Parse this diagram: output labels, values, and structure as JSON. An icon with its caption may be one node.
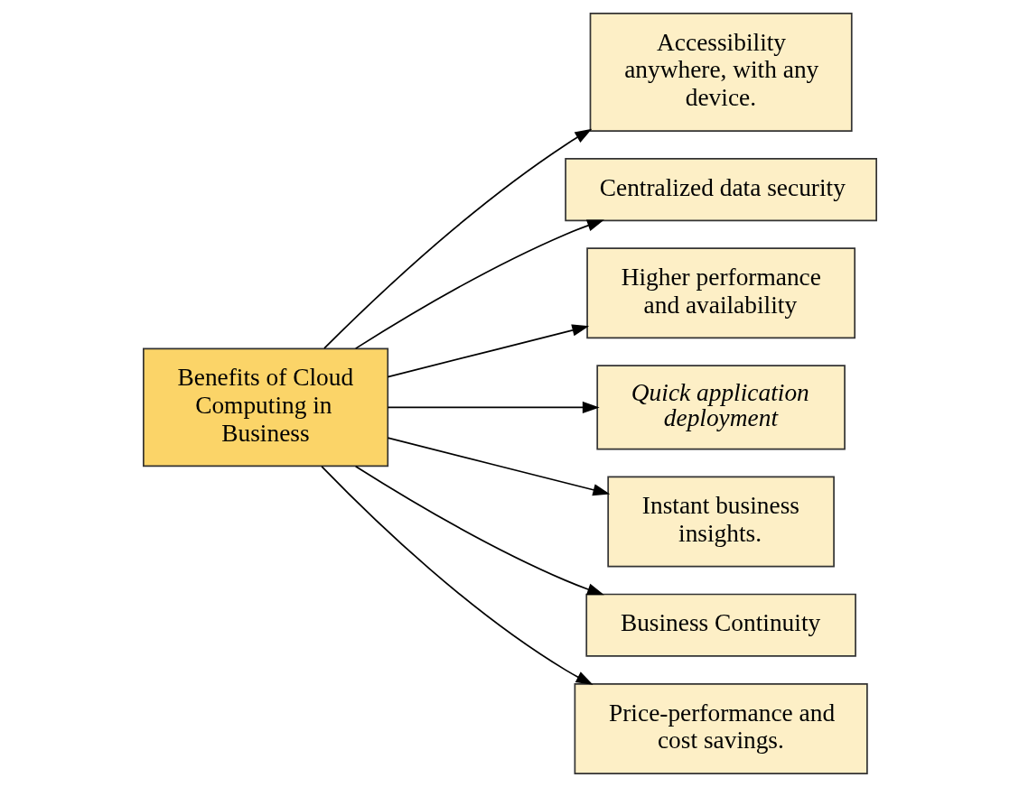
{
  "diagram": {
    "nodes": [
      {
        "text": [
          "Benefits of Cloud Computing in Business"
        ]
      },
      {
        "text": [
          "Accessibility anywhere, with any device."
        ]
      },
      {
        "text": [
          "Centralized data security"
        ]
      },
      {
        "text": [
          "Higher performance and availability"
        ]
      },
      {
        "text": [
          "Quick application deployment"
        ]
      },
      {
        "text": [
          "Instant business insights."
        ]
      },
      {
        "text": [
          "Business Continuity"
        ]
      },
      {
        "text": [
          "Price-performance and cost savings."
        ]
      }
    ],
    "edges": [
      {
        "from": 0,
        "to": 1,
        "arrow": "to"
      },
      {
        "from": 0,
        "to": 2,
        "arrow": "to"
      },
      {
        "from": 0,
        "to": 3,
        "arrow": "to"
      },
      {
        "from": 0,
        "to": 4,
        "arrow": "to"
      },
      {
        "from": 0,
        "to": 5,
        "arrow": "to"
      },
      {
        "from": 0,
        "to": 6,
        "arrow": "to"
      },
      {
        "from": 0,
        "to": 7,
        "arrow": "to"
      }
    ]
  }
}
